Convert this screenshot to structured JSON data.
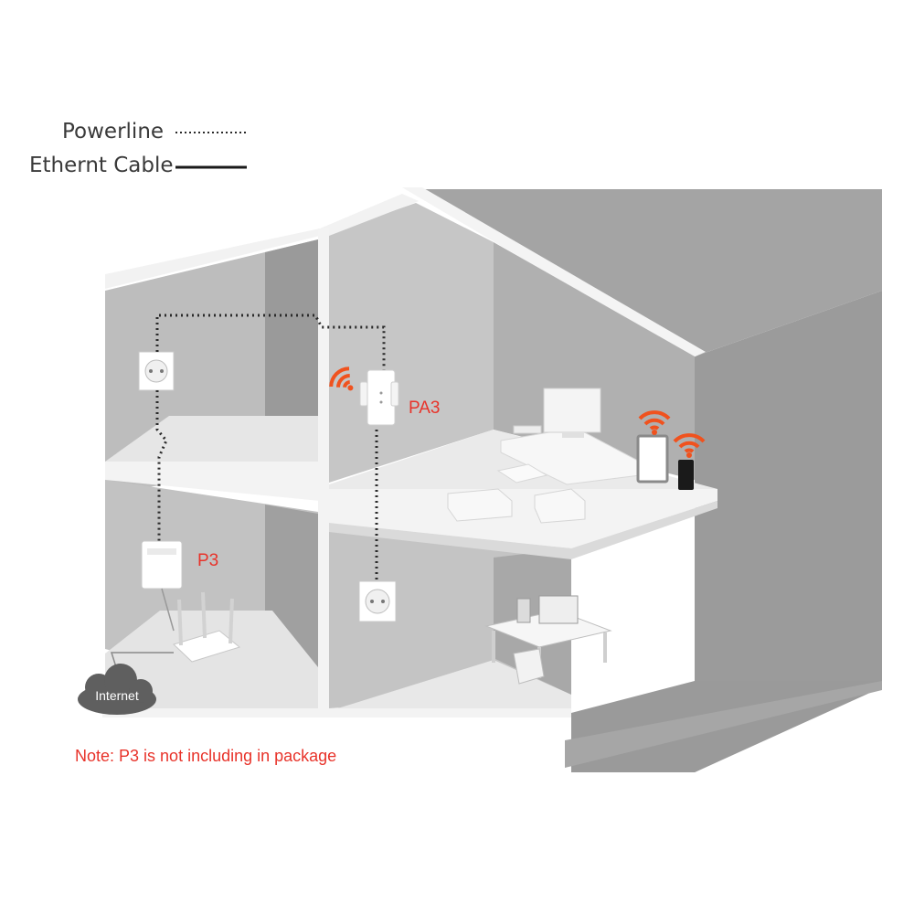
{
  "legend": {
    "powerline_label": "Powerline",
    "ethernet_label": "Ethernt Cable"
  },
  "devices": {
    "pa3_label": "PA3",
    "p3_label": "P3"
  },
  "cloud": {
    "label": "Internet"
  },
  "note": {
    "text": "Note: P3 is not including in package"
  },
  "colors": {
    "wall_dark": "#9d9d9d",
    "wall_mid": "#b4b4b4",
    "wall_light": "#cbcbcb",
    "floor": "#ececec",
    "accent_red": "#e8332a",
    "wifi_orange": "#f0521e",
    "cloud_gray": "#5f5f5f"
  }
}
